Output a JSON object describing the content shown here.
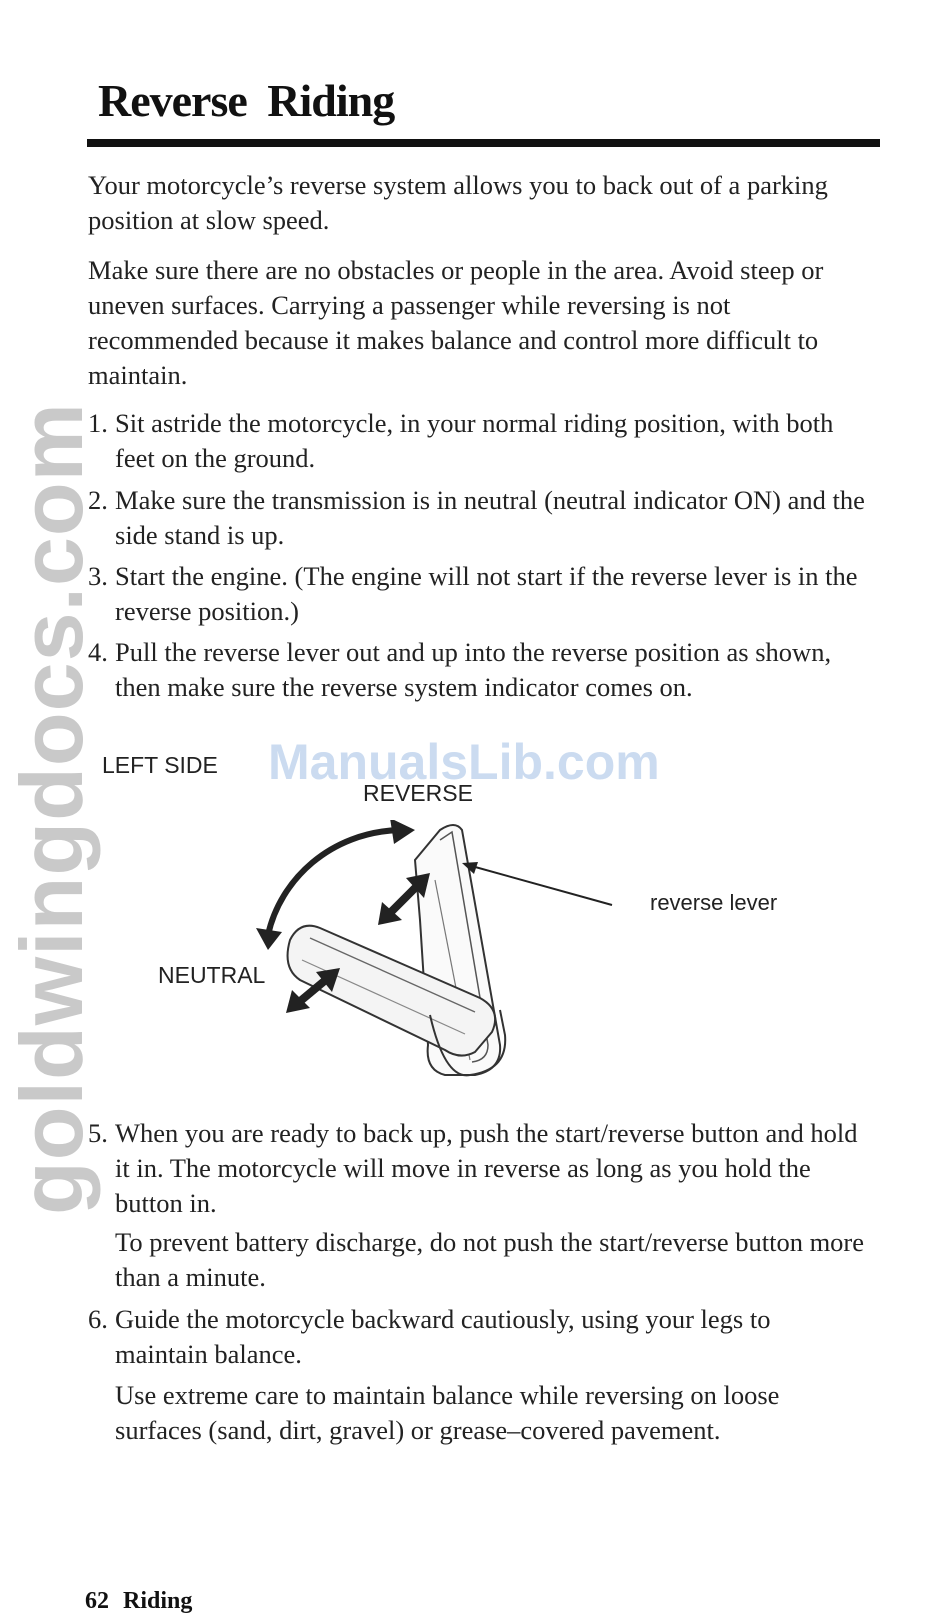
{
  "page": {
    "title": "Reverse Riding",
    "intro": "Your motorcycle’s reverse system allows you to back out of a parking position at slow speed.",
    "caution": "Make sure there are no obstacles or people in the area. Avoid steep or uneven surfaces. Carrying a passenger while reversing is not recommended because it makes balance and control more difficult to maintain."
  },
  "steps": [
    {
      "num": "1.",
      "text": "Sit astride the motorcycle, in your normal riding position, with both feet on the ground."
    },
    {
      "num": "2.",
      "text": "Make sure the transmission is in neutral (neutral indicator ON) and the side stand is up."
    },
    {
      "num": "3.",
      "text": "Start the engine. (The engine will not start if the reverse lever is in the reverse position.)"
    },
    {
      "num": "4.",
      "text": "Pull the reverse lever out and up into the reverse position as shown, then make sure the reverse system indicator comes on."
    },
    {
      "num": "5.",
      "text": "When you are ready to back up, push the start/reverse button and hold it in. The motorcycle will move in reverse as long as you hold the button in."
    },
    {
      "num": "6.",
      "text": "Guide the motorcycle backward cautiously, using your legs to maintain balance."
    }
  ],
  "notes": {
    "step5": "To prevent battery discharge, do not push the start/reverse button more than a minute.",
    "step6": "Use extreme care to maintain balance while reversing on loose surfaces (sand, dirt, gravel) or grease–covered pavement."
  },
  "figure": {
    "side_label": "LEFT SIDE",
    "reverse_label": "REVERSE",
    "neutral_label": "NEUTRAL",
    "lever_label": "reverse lever"
  },
  "watermarks": {
    "side": "goldwingdocs.com",
    "center": "ManualsLib.com"
  },
  "footer": {
    "page_number": "62",
    "section": "Riding"
  },
  "colors": {
    "text": "#222222",
    "rule": "#111111",
    "watermark_side": "#c9c9c9",
    "watermark_center": "#c6d8ef"
  }
}
